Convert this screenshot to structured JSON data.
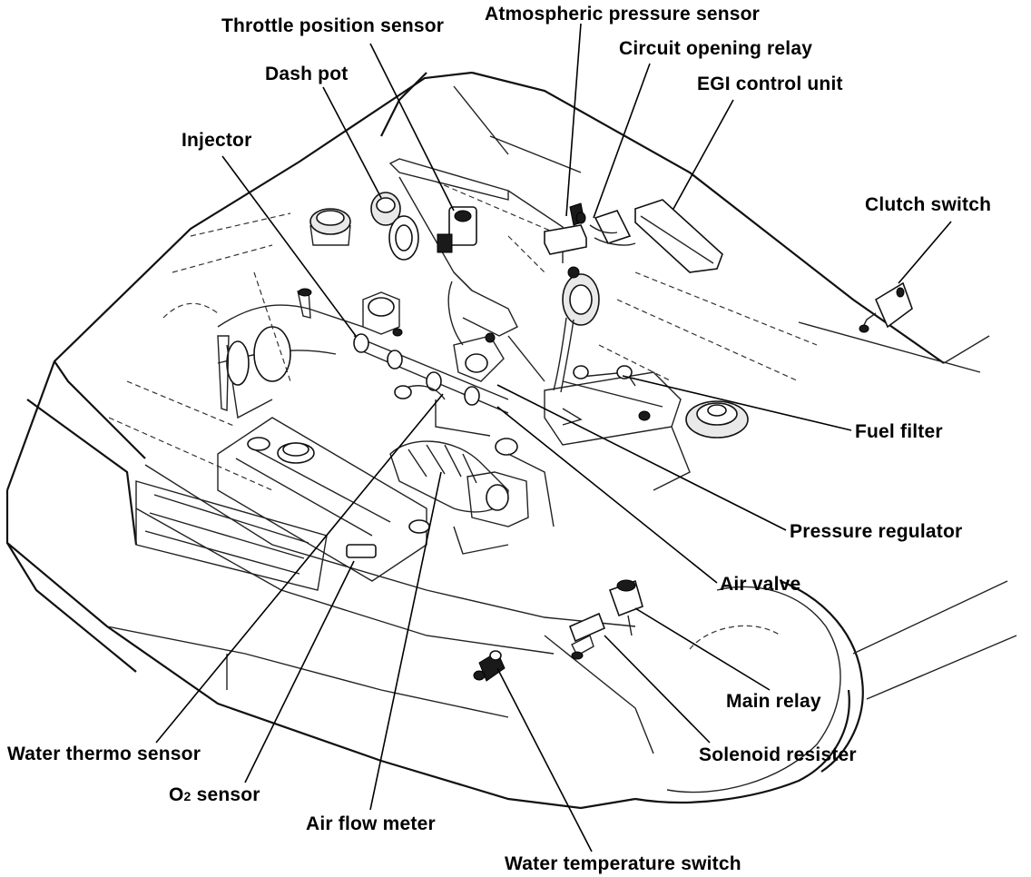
{
  "labels": {
    "throttle_position_sensor": "Throttle position sensor",
    "atmospheric_pressure_sensor": "Atmospheric pressure sensor",
    "circuit_opening_relay": "Circuit opening relay",
    "dash_pot": "Dash pot",
    "egi_control_unit": "EGI control unit",
    "injector": "Injector",
    "clutch_switch": "Clutch switch",
    "fuel_filter": "Fuel filter",
    "pressure_regulator": "Pressure regulator",
    "air_valve": "Air valve",
    "main_relay": "Main relay",
    "solenoid_resister": "Solenoid resister",
    "water_thermo_sensor": "Water thermo sensor",
    "o2_sensor_o": "O",
    "o2_sensor_sub": "2",
    "o2_sensor_rest": " sensor",
    "air_flow_meter": "Air flow meter",
    "water_temperature_switch": "Water temperature switch"
  }
}
